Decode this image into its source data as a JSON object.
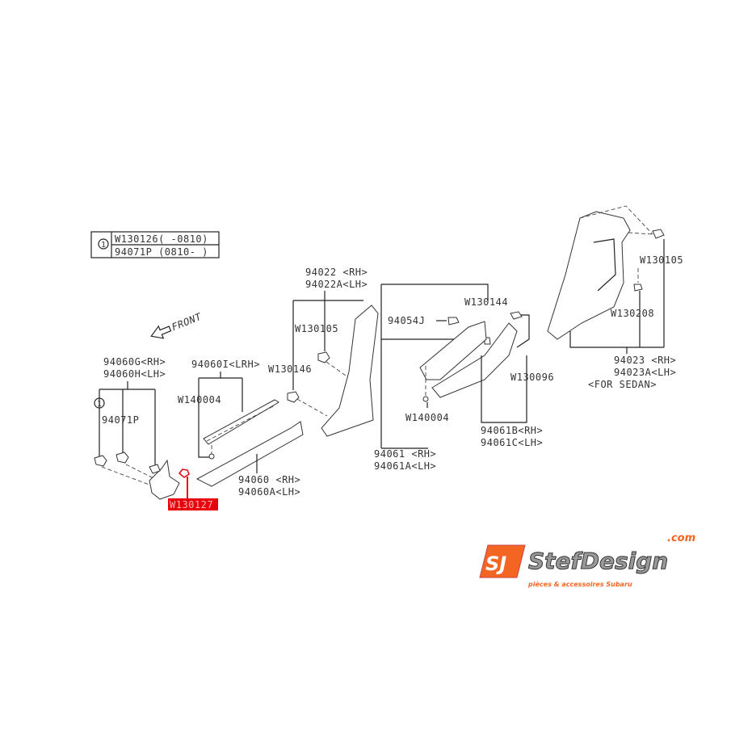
{
  "legend_table": {
    "ref": "1",
    "rows": [
      "W130126(  -0810)",
      "94071P (0810-  )"
    ]
  },
  "front_label": "FRONT",
  "labels": {
    "p94060G": "94060G<RH>",
    "p94060H": "94060H<LH>",
    "ref1": "1",
    "p94071P": "94071P",
    "p94060I": "94060I<LRH>",
    "w140004_left": "W140004",
    "w130146": "W130146",
    "p94022": "94022 <RH>",
    "p94022A": "94022A<LH>",
    "w130105_left": "W130105",
    "p94060": "94060  <RH>",
    "p94060A": "94060A<LH>",
    "w130127": "W130127",
    "w130144": "W130144",
    "p94054J": "94054J",
    "w130096": "W130096",
    "w140004_right": "W140004",
    "p94061": "94061  <RH>",
    "p94061A": "94061A<LH>",
    "p94061B": "94061B<RH>",
    "p94061C": "94061C<LH>",
    "w130105_right": "W130105",
    "w130208": "W130208",
    "p94023": "94023 <RH>",
    "p94023A": "94023A<LH>",
    "for_sedan": "<FOR SEDAN>"
  },
  "highlight_color": "#e8000b",
  "logo": {
    "mark": "SJ",
    "name": "StefDesign",
    "tld": ".com",
    "tagline": "pièces & accessoires Subaru",
    "accent_color": "#f26522"
  }
}
